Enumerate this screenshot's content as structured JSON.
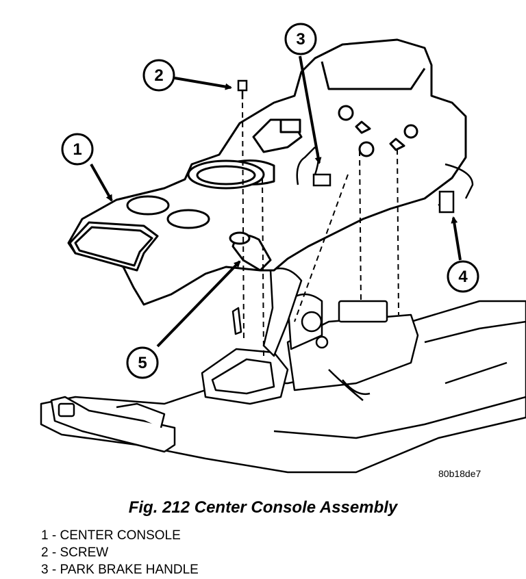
{
  "figure": {
    "image_code": "80b18de7",
    "caption": "Fig. 212 Center Console Assembly",
    "callouts": [
      "1",
      "2",
      "3",
      "4",
      "5"
    ],
    "legend": [
      {
        "number": "1",
        "separator": "-",
        "label": "CENTER CONSOLE"
      },
      {
        "number": "2",
        "separator": "-",
        "label": "SCREW"
      },
      {
        "number": "3",
        "separator": "-",
        "label": "PARK BRAKE HANDLE"
      }
    ]
  }
}
